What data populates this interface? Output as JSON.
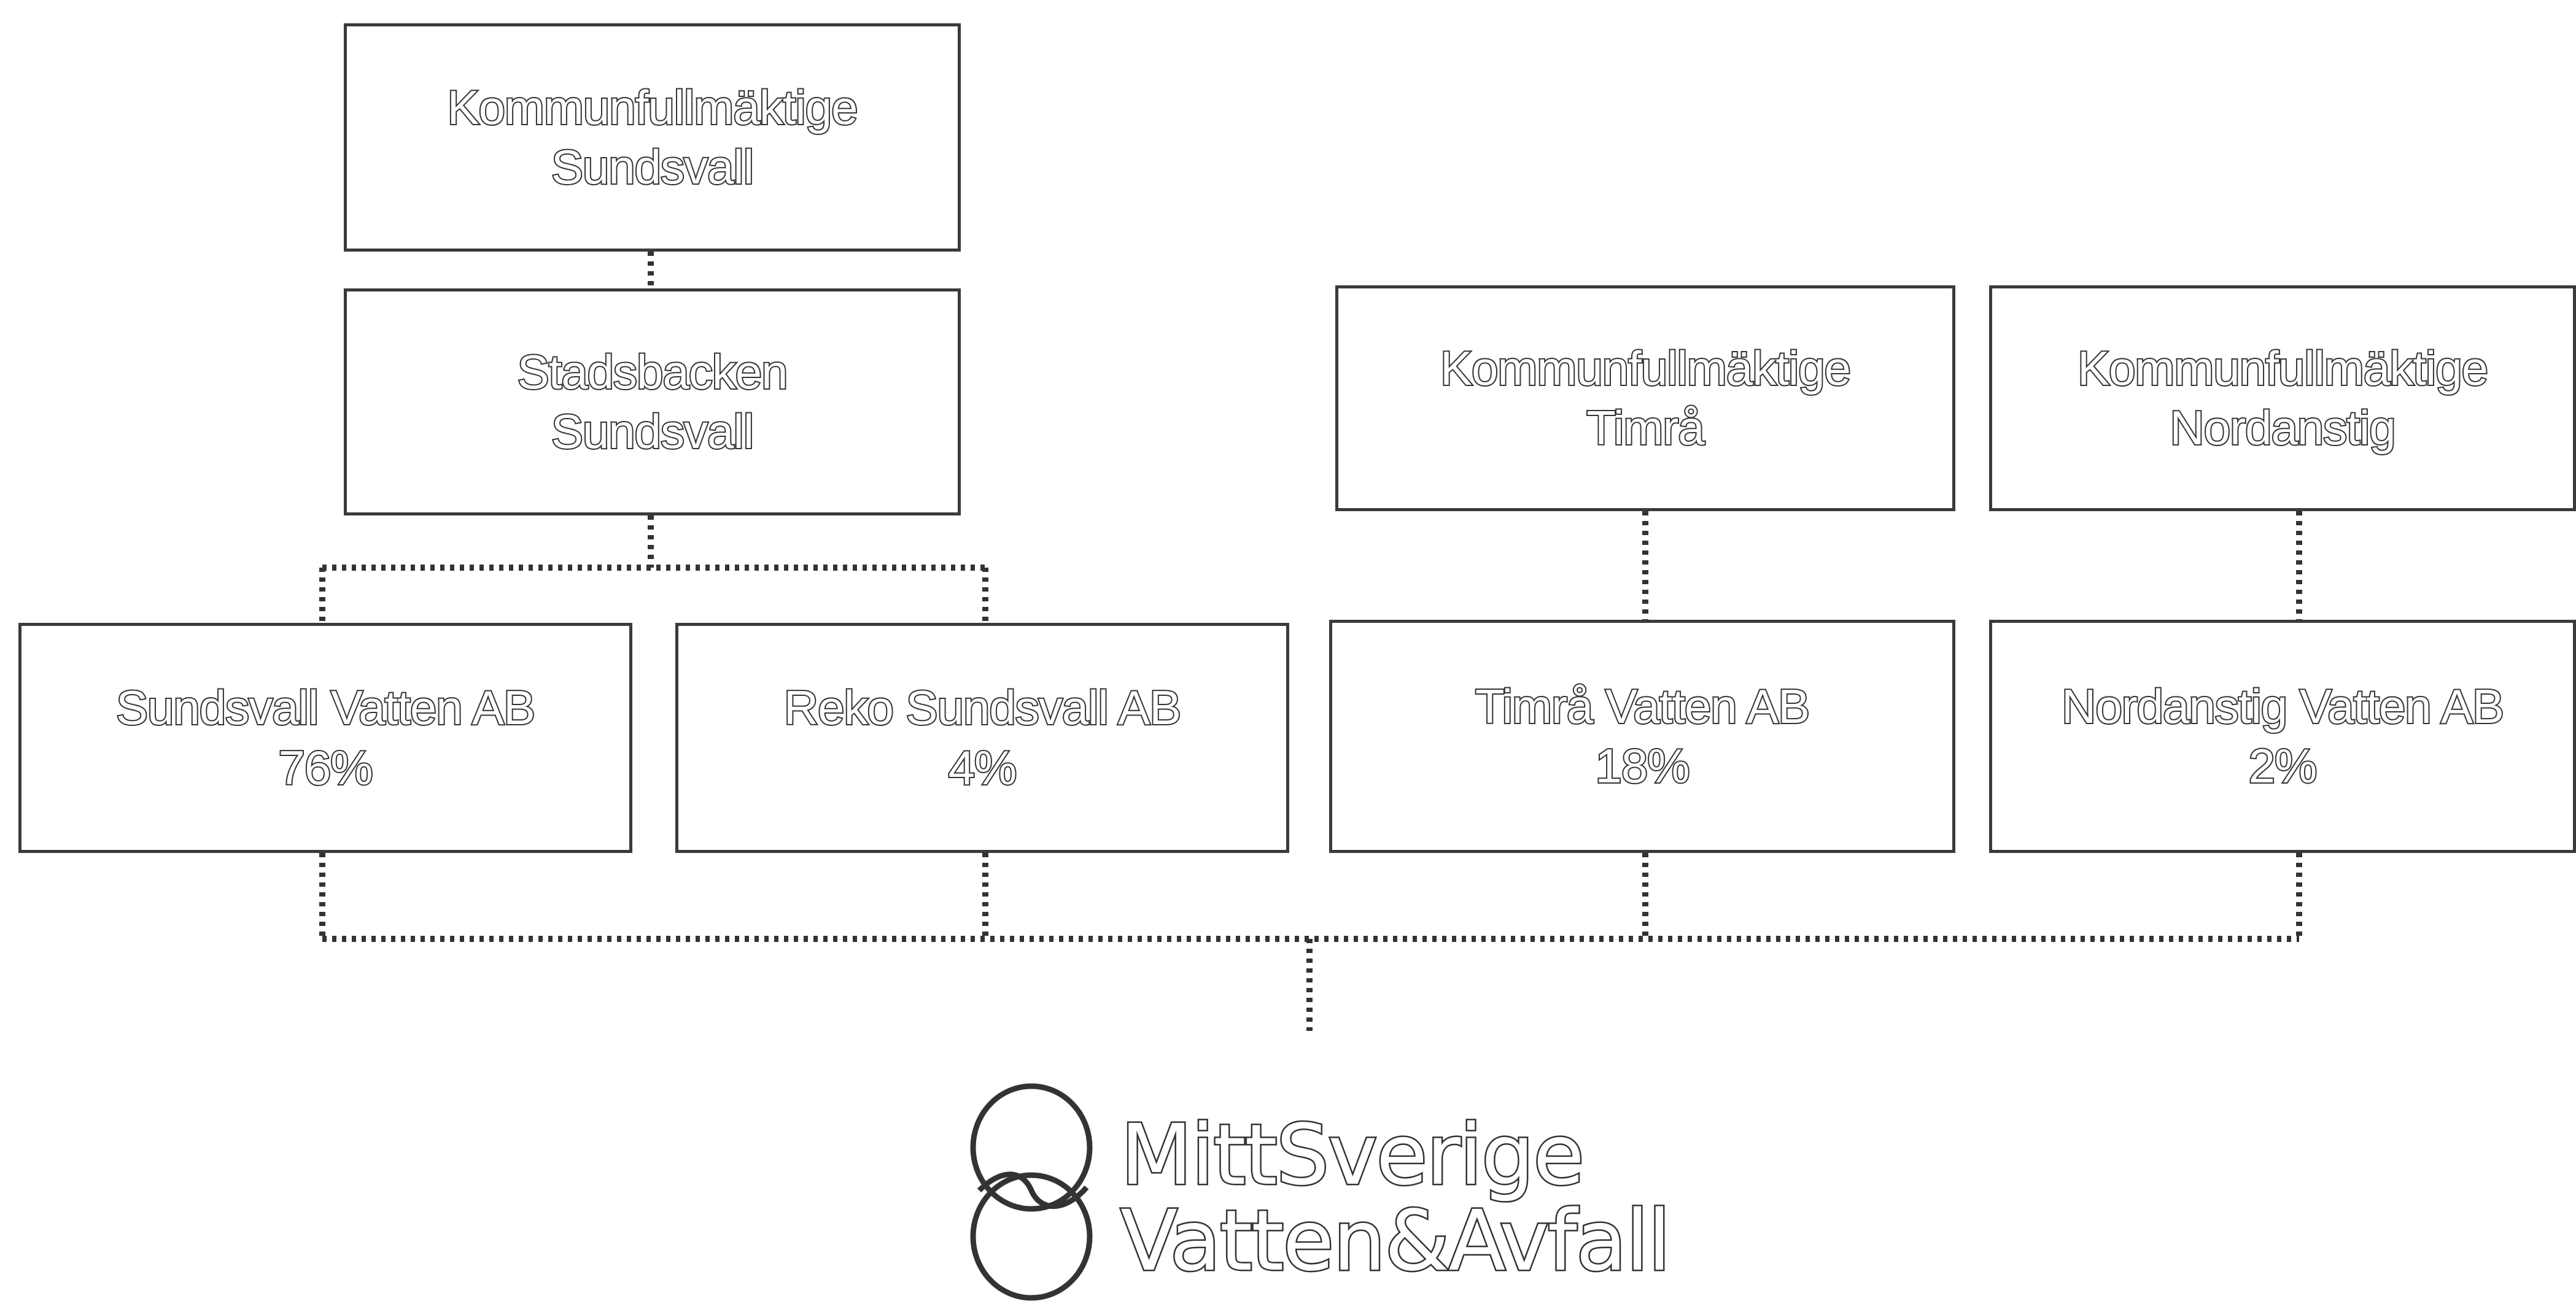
{
  "nodes": {
    "kf_sundsvall": {
      "line1": "Kommunfullmäktige",
      "line2": "Sundsvall"
    },
    "stadsbacken": {
      "line1": "Stadsbacken",
      "line2": "Sundsvall"
    },
    "kf_timra": {
      "line1": "Kommunfullmäktige",
      "line2": "Timrå"
    },
    "kf_nordanstig": {
      "line1": "Kommunfullmäktige",
      "line2": "Nordanstig"
    },
    "sundsvall_vatten": {
      "line1": "Sundsvall Vatten AB",
      "line2": "76%"
    },
    "reko_sundsvall": {
      "line1": "Reko Sundsvall AB",
      "line2": "4%"
    },
    "timra_vatten": {
      "line1": "Timrå Vatten AB",
      "line2": "18%"
    },
    "nordanstig_vatten": {
      "line1": "Nordanstig Vatten AB",
      "line2": "2%"
    }
  },
  "logo": {
    "line1": "MittSverige",
    "line2": "Vatten&Avfall"
  },
  "colors": {
    "line": "#333333",
    "border": "#3a3a3a",
    "background": "#ffffff"
  }
}
